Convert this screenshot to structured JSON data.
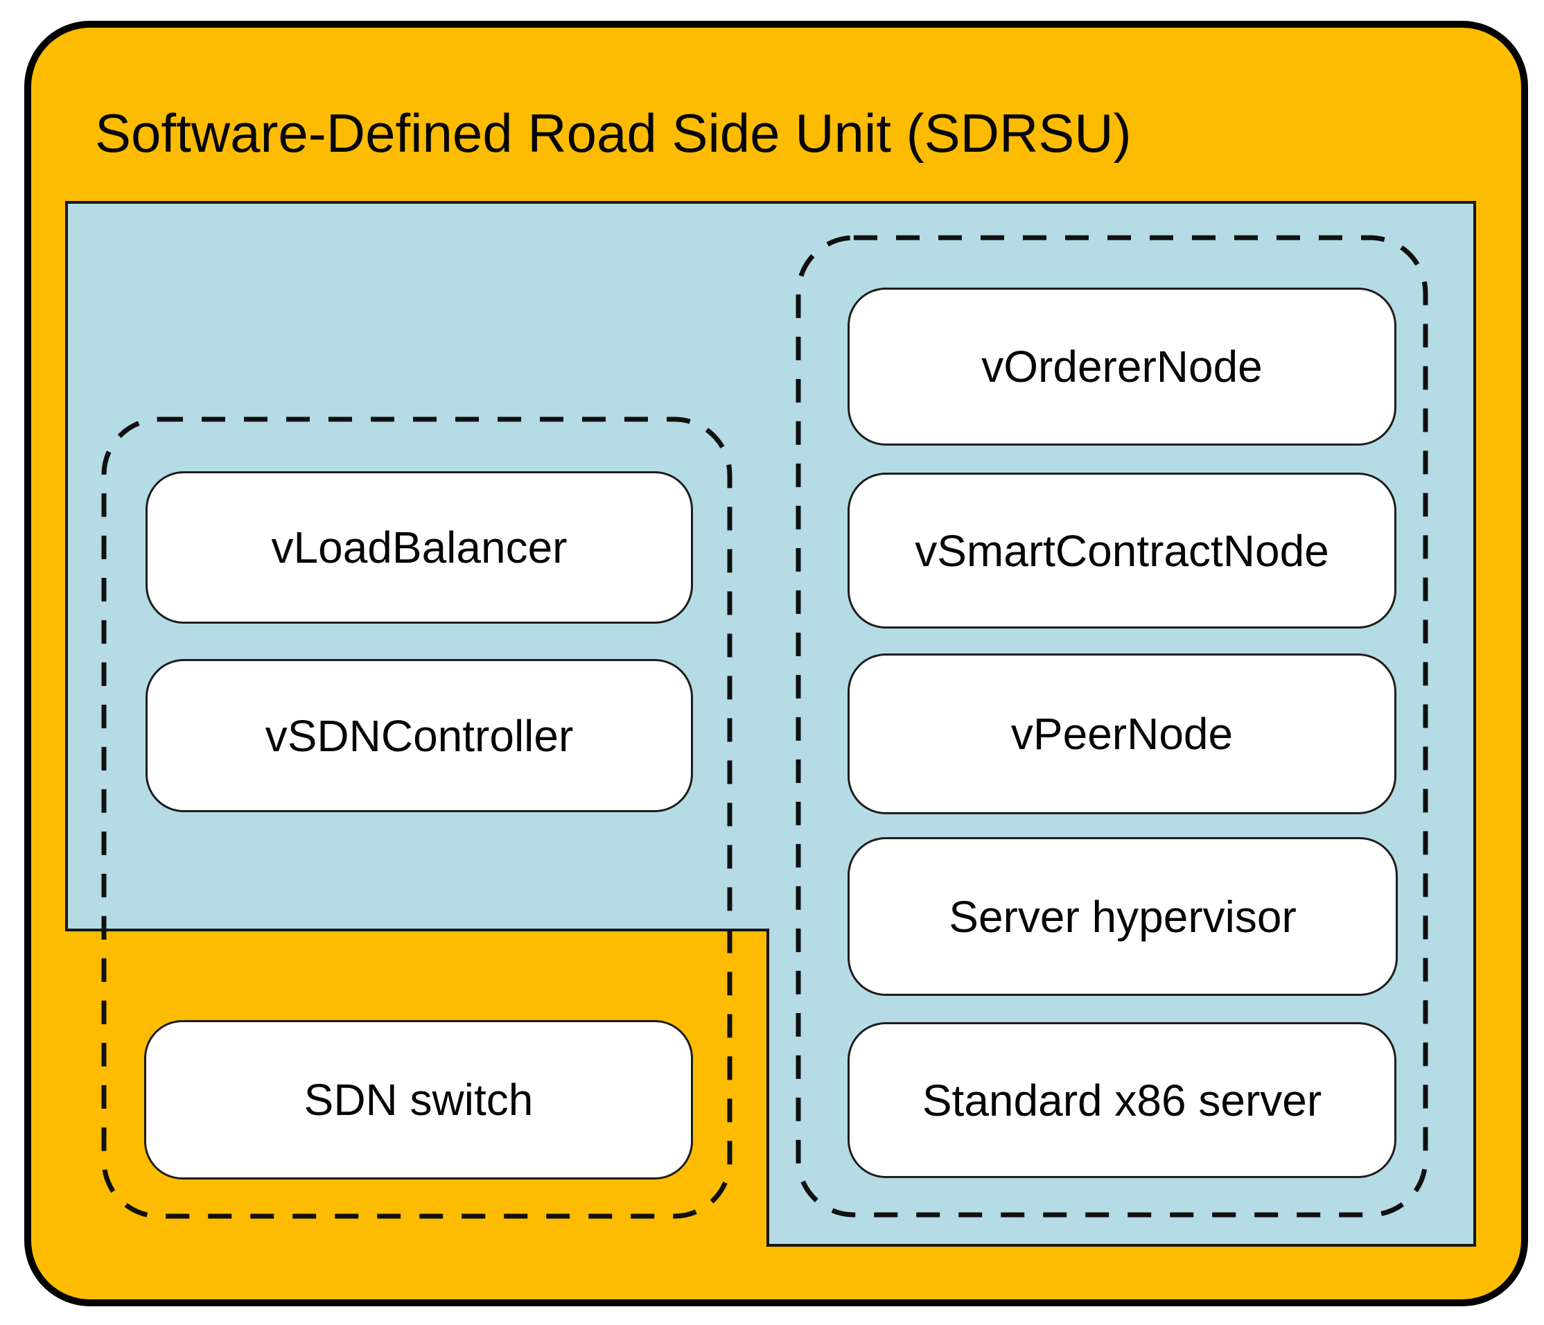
{
  "diagram": {
    "title": "Software-Defined Road Side Unit (SDRSU)",
    "colors": {
      "outer_fill": "#FDBC02",
      "inner_fill": "#B5DBE5",
      "box_fill": "#FFFFFF",
      "line": "#000000",
      "text": "#050505"
    },
    "groups": {
      "sdn_domain": {
        "boxes": [
          {
            "label": "vLoadBalancer"
          },
          {
            "label": "vSDNController"
          },
          {
            "label": "SDN switch"
          }
        ]
      },
      "server_domain": {
        "boxes": [
          {
            "label": "vOrdererNode"
          },
          {
            "label": "vSmartContractNode"
          },
          {
            "label": "vPeerNode"
          },
          {
            "label": "Server hypervisor"
          },
          {
            "label": "Standard x86 server"
          }
        ]
      }
    }
  }
}
